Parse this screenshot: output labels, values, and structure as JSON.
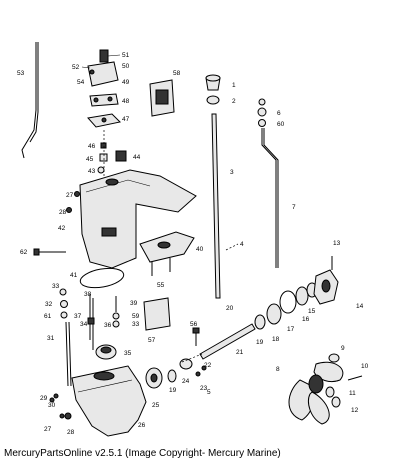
{
  "caption": "MercuryPartsOnline v2.5.1 (Image Copyright- Mercury Marine)",
  "callouts": {
    "c1": "1",
    "c2": "2",
    "c3": "3",
    "c4": "4",
    "c5": "5",
    "c6": "6",
    "c7": "7",
    "c8": "8",
    "c9": "9",
    "c10": "10",
    "c11": "11",
    "c12": "12",
    "c13": "13",
    "c14": "14",
    "c15": "15",
    "c16": "16",
    "c17": "17",
    "c18": "18",
    "c19": "19",
    "c20": "20",
    "c21": "21",
    "c22": "22",
    "c23": "23",
    "c24": "24",
    "c25": "25",
    "c26": "26",
    "c27": "27",
    "c28": "28",
    "c29": "29",
    "c30": "30",
    "c31": "31",
    "c32": "32",
    "c33": "33",
    "c34": "34",
    "c35": "35",
    "c36": "36",
    "c37": "37",
    "c38": "38",
    "c39": "39",
    "c40": "40",
    "c41": "41",
    "c42": "42",
    "c43": "43",
    "c44": "44",
    "c45": "45",
    "c46": "46",
    "c47": "47",
    "c48": "48",
    "c49": "49",
    "c50": "50",
    "c51": "51",
    "c52": "52",
    "c53": "53",
    "c54": "54",
    "c55": "55",
    "c56": "56",
    "c57": "57",
    "c58": "58",
    "c59": "59",
    "c60": "60",
    "c61": "61",
    "c62": "62"
  }
}
